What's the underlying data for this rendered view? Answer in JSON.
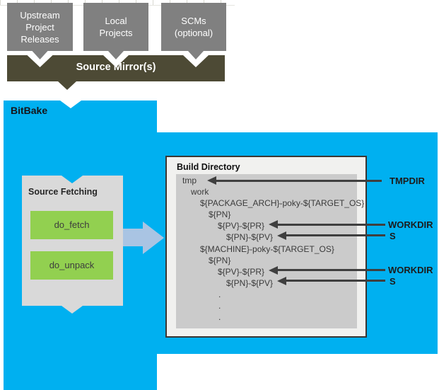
{
  "upstream_sources": {
    "boxes": [
      {
        "label": "Upstream\nProject\nReleases"
      },
      {
        "label": "Local\nProjects"
      },
      {
        "label": "SCMs\n(optional)"
      }
    ],
    "mirror_label": "Source Mirror(s)"
  },
  "bitbake": {
    "label": "BitBake"
  },
  "source_fetching": {
    "title": "Source Fetching",
    "tasks": [
      {
        "label": "do_fetch"
      },
      {
        "label": "do_unpack"
      }
    ]
  },
  "build_directory": {
    "title": "Build Directory",
    "entries": [
      {
        "text": "tmp"
      },
      {
        "text": "work"
      },
      {
        "text": "${PACKAGE_ARCH}-poky-${TARGET_OS}"
      },
      {
        "text": "${PN}"
      },
      {
        "text": "${PV}-${PR}"
      },
      {
        "text": "${PN}-${PV}"
      },
      {
        "text": "${MACHINE}-poky-${TARGET_OS}"
      },
      {
        "text": "${PN}"
      },
      {
        "text": "${PV}-${PR}"
      },
      {
        "text": "${PN}-${PV}"
      },
      {
        "text": "."
      },
      {
        "text": "."
      },
      {
        "text": "."
      }
    ]
  },
  "annotations": {
    "labels": [
      {
        "text": "TMPDIR"
      },
      {
        "text": "WORKDIR"
      },
      {
        "text": "S"
      },
      {
        "text": "WORKDIR"
      },
      {
        "text": "S"
      }
    ]
  },
  "colors": {
    "bitbake_blue": "#00b0f0",
    "mirror_olive": "#4d4a35",
    "source_box_gray": "#808080",
    "fetch_box_gray": "#d9d9d9",
    "task_green": "#92d050",
    "dir_pane_gray": "#cbcbcb",
    "flow_arrow_blue": "#a9c4e3",
    "annotation_arrow_gray": "#3f3f3f"
  }
}
